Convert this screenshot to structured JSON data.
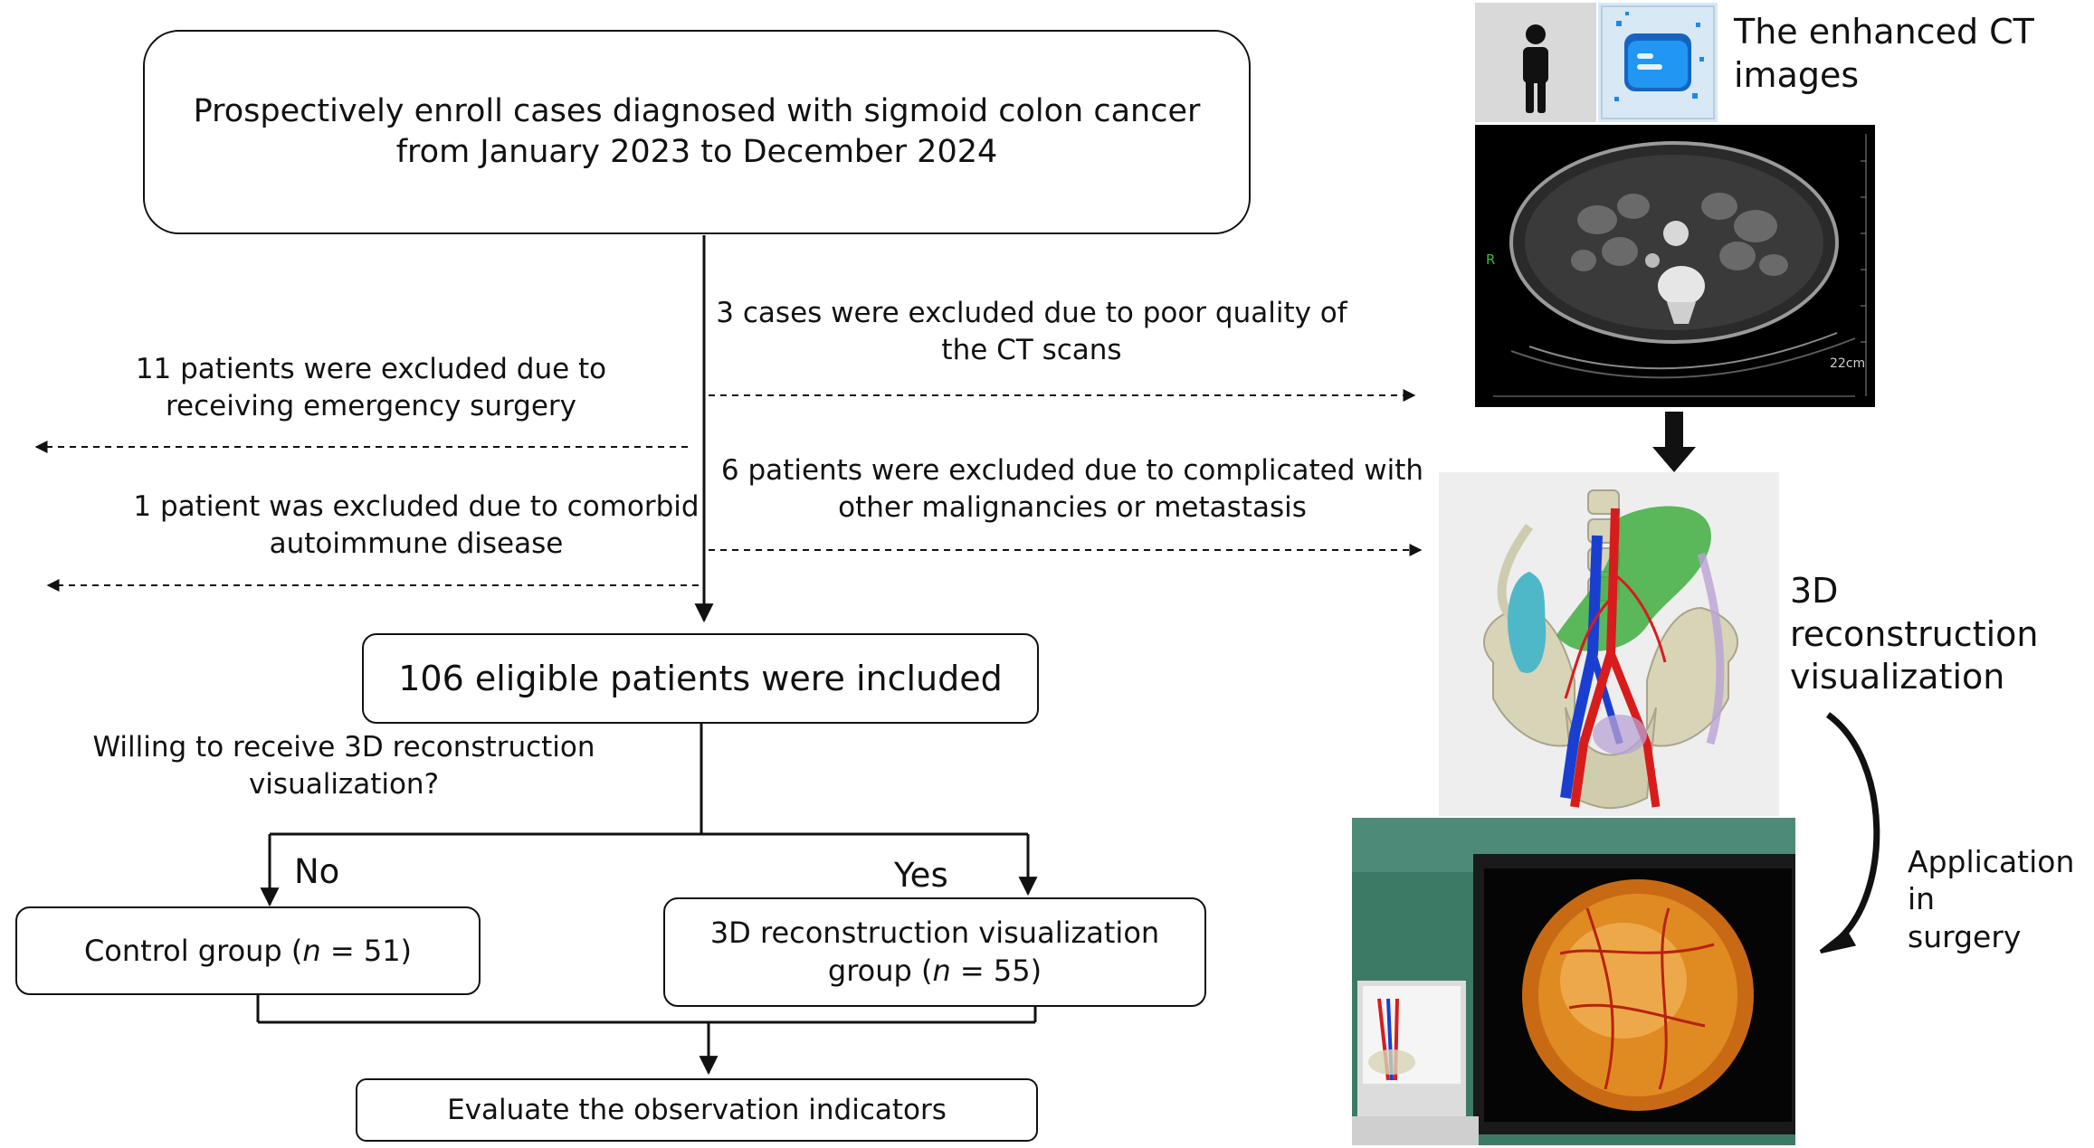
{
  "flowchart": {
    "enroll_line1": "Prospectively enroll cases diagnosed with sigmoid colon cancer",
    "enroll_line2": "from January 2023 to December 2024",
    "excl_ct_line1": "3 cases were excluded due to poor quality of",
    "excl_ct_line2": "the CT scans",
    "excl_emerg_line1": "11 patients were excluded due to",
    "excl_emerg_line2": "receiving emergency surgery",
    "excl_malig_line1": "6 patients were excluded due to complicated with",
    "excl_malig_line2": "other malignancies or metastasis",
    "excl_auto_line1": "1 patient was excluded due to comorbid",
    "excl_auto_line2": "autoimmune disease",
    "eligible": "106 eligible patients were included",
    "question_line1": "Willing to receive 3D reconstruction",
    "question_line2": "visualization?",
    "no_label": "No",
    "yes_label": "Yes",
    "control_prefix": "Control group (",
    "control_n": "n",
    "control_suffix": " = 51)",
    "recon_line1": "3D reconstruction visualization",
    "recon_prefix": "group (",
    "recon_n": "n",
    "recon_suffix": " = 55)",
    "evaluate": "Evaluate the observation indicators"
  },
  "side_panel": {
    "ct_title_line1": "The enhanced CT",
    "ct_title_line2": "images",
    "ct_marker_r": "R",
    "ct_scale": "22cm",
    "recon_title_line1": "3D reconstruction",
    "recon_title_line2": "visualization",
    "surgery_line1": "Application in",
    "surgery_line2": "surgery"
  },
  "icons": [
    "person-icon",
    "file-folder-icon",
    "curved-arrow-icon"
  ],
  "colors": {
    "line": "#111111",
    "tile_bg": "#d9d9d9",
    "folder_blue": "#1e88e5",
    "ct_bg": "#000000"
  }
}
